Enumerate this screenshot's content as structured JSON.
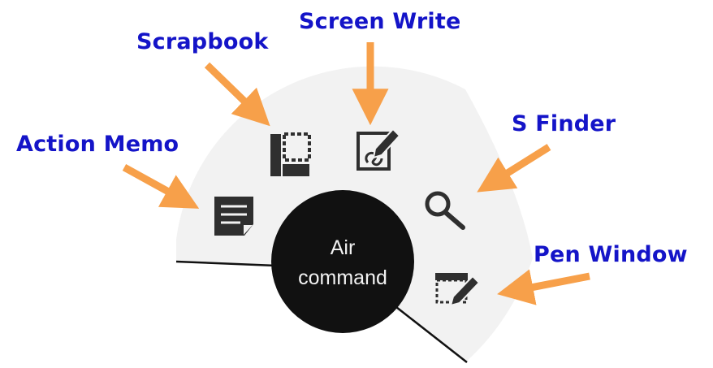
{
  "air_command": {
    "line1": "Air",
    "line2": "command"
  },
  "menu_items": [
    {
      "label": "Action Memo",
      "icon": "action-memo-icon"
    },
    {
      "label": "Scrapbook",
      "icon": "scrapbook-icon"
    },
    {
      "label": "Screen Write",
      "icon": "screen-write-icon"
    },
    {
      "label": "S Finder",
      "icon": "s-finder-icon"
    },
    {
      "label": "Pen Window",
      "icon": "pen-window-icon"
    }
  ],
  "colors": {
    "label_text": "#1414c8",
    "arrow": "#f7a04a",
    "fan_background": "#f2f2f2",
    "center_circle": "#111111",
    "icon": "#2f2f2f"
  }
}
